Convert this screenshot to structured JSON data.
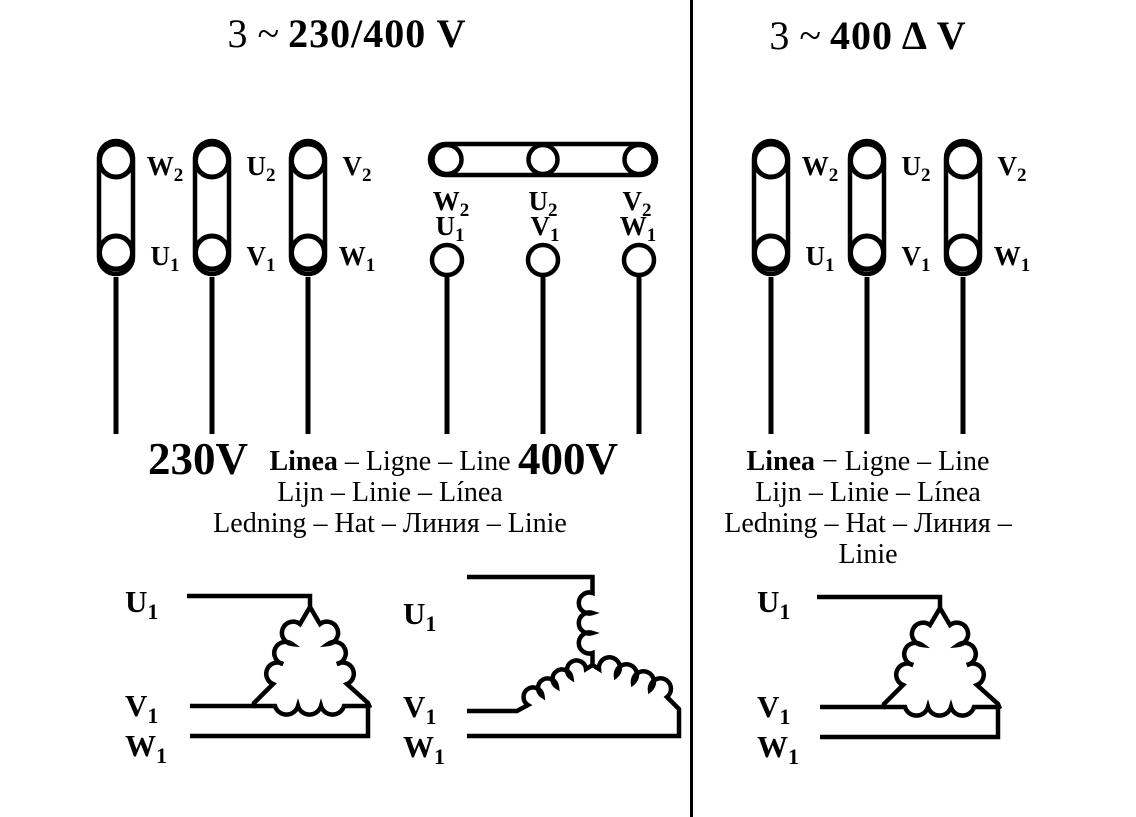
{
  "colors": {
    "line": "#000000",
    "background": "#ffffff",
    "text": "#000000"
  },
  "left_panel": {
    "title_prefix": "3 ~",
    "title_main": "230/400 V",
    "delta_terminals": {
      "top": [
        {
          "l": "W",
          "s": "2"
        },
        {
          "l": "U",
          "s": "2"
        },
        {
          "l": "V",
          "s": "2"
        }
      ],
      "bottom": [
        {
          "l": "U",
          "s": "1"
        },
        {
          "l": "V",
          "s": "1"
        },
        {
          "l": "W",
          "s": "1"
        }
      ]
    },
    "star_terminals": {
      "top": [
        {
          "l": "W",
          "s": "2"
        },
        {
          "l": "U",
          "s": "2"
        },
        {
          "l": "V",
          "s": "2"
        }
      ],
      "bottom": [
        {
          "l": "U",
          "s": "1"
        },
        {
          "l": "V",
          "s": "1"
        },
        {
          "l": "W",
          "s": "1"
        }
      ]
    },
    "voltage_delta": "230V",
    "voltage_star": "400V",
    "line_labels": {
      "bold": "Linea",
      "rest": "– Ligne – Line",
      "line2": "Lijn – Linie – Línea",
      "line3": "Ledning – Hat – Линия – Linie"
    },
    "delta_winding": {
      "u": {
        "l": "U",
        "s": "1"
      },
      "v": {
        "l": "V",
        "s": "1"
      },
      "w": {
        "l": "W",
        "s": "1"
      }
    },
    "star_winding": {
      "u": {
        "l": "U",
        "s": "1"
      },
      "v": {
        "l": "V",
        "s": "1"
      },
      "w": {
        "l": "W",
        "s": "1"
      }
    }
  },
  "right_panel": {
    "title_prefix": "3 ~",
    "title_main": "400 Δ V",
    "delta_terminals": {
      "top": [
        {
          "l": "W",
          "s": "2"
        },
        {
          "l": "U",
          "s": "2"
        },
        {
          "l": "V",
          "s": "2"
        }
      ],
      "bottom": [
        {
          "l": "U",
          "s": "1"
        },
        {
          "l": "V",
          "s": "1"
        },
        {
          "l": "W",
          "s": "1"
        }
      ]
    },
    "line_labels": {
      "bold": "Linea",
      "rest": "− Ligne – Line",
      "line2": "Lijn – Linie – Línea",
      "line3": "Ledning – Hat – Линия – Linie"
    },
    "delta_winding": {
      "u": {
        "l": "U",
        "s": "1"
      },
      "v": {
        "l": "V",
        "s": "1"
      },
      "w": {
        "l": "W",
        "s": "1"
      }
    }
  }
}
